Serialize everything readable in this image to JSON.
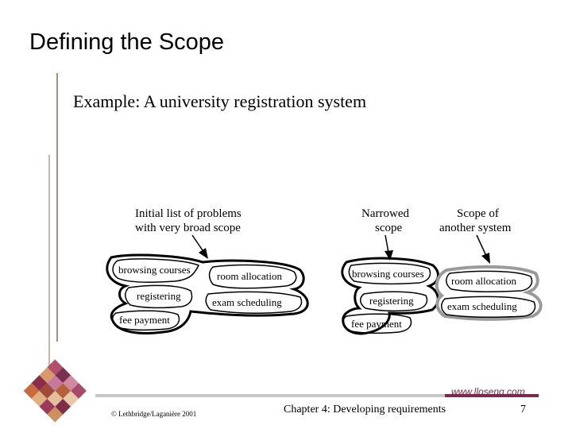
{
  "slide": {
    "title": "Defining the Scope",
    "subtitle": "Example: A university registration system",
    "copyright": "© Lethbridge/Laganière 2001",
    "chapter": "Chapter 4: Developing requirements",
    "page_number": "7",
    "website": "www.lloseng.com"
  },
  "diagram": {
    "left_caption_line1": "Initial list of problems",
    "left_caption_line2": "with very broad scope",
    "mid_caption_line1": "Narrowed",
    "mid_caption_line2": "scope",
    "right_caption_line1": "Scope of",
    "right_caption_line2": "another system",
    "left_items": {
      "browsing": "browsing courses",
      "room": "room allocation",
      "registering": "registering",
      "exam": "exam scheduling",
      "fee": "fee payment"
    },
    "mid_items": {
      "browsing": "browsing courses",
      "registering": "registering",
      "fee": "fee payment"
    },
    "right_items": {
      "room": "room allocation",
      "exam": "exam scheduling"
    }
  },
  "colors": {
    "accent_maroon": "#7b2b4a",
    "bar_gray": "#c7c7c7",
    "divider_brown": "#a59080"
  }
}
